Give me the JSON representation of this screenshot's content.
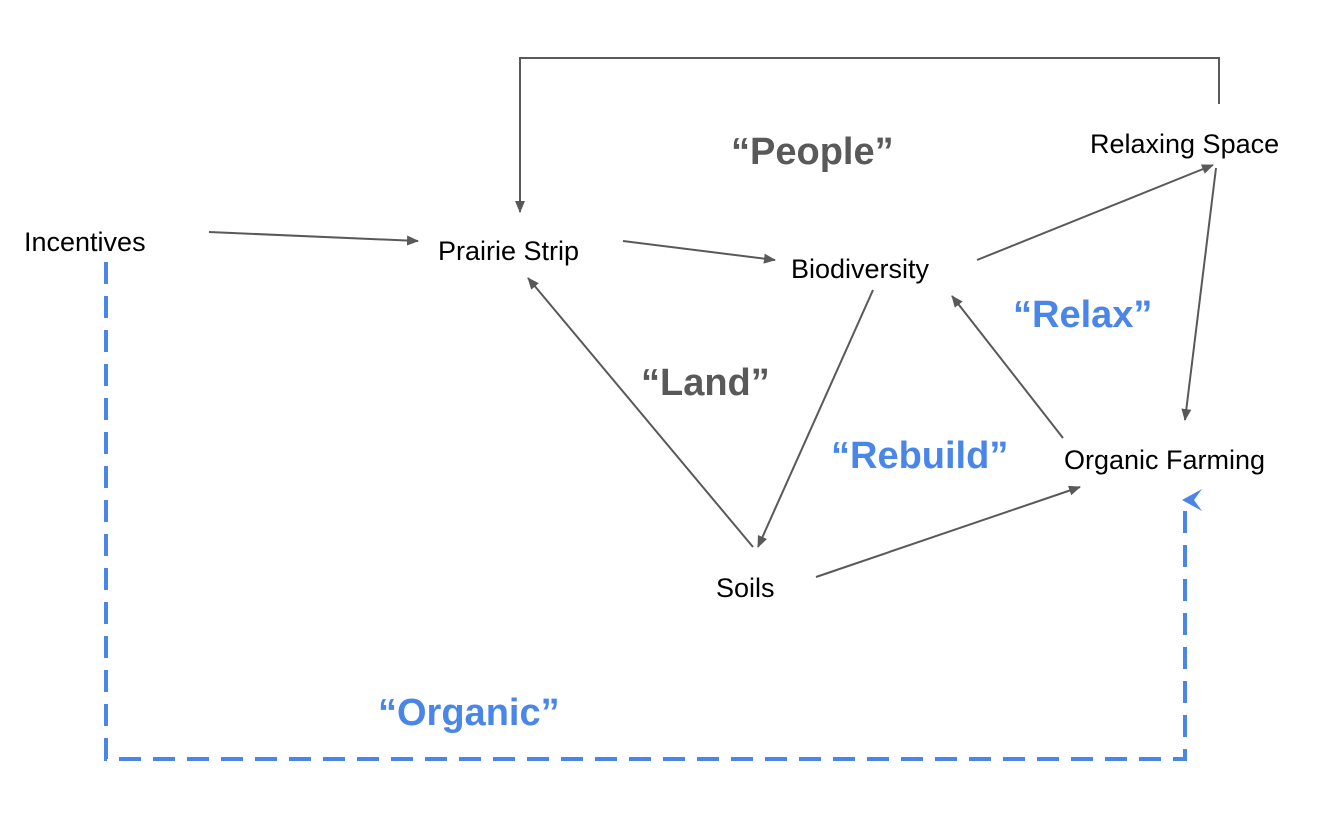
{
  "colors": {
    "solid_arrow": "#595959",
    "dashed_arrow": "#4a86e8",
    "node_text": "#000000",
    "loop_gray": "#595959",
    "loop_blue": "#4a86e8"
  },
  "nodes": {
    "incentives": "Incentives",
    "prairie_strip": "Prairie Strip",
    "biodiversity": "Biodiversity",
    "relaxing_space": "Relaxing Space",
    "organic_farming": "Organic Farming",
    "soils": "Soils"
  },
  "loops": {
    "people": "“People”",
    "land": "“Land”",
    "relax": "“Relax”",
    "rebuild": "“Rebuild”",
    "organic": "“Organic”"
  },
  "edges": [
    {
      "from": "Incentives",
      "to": "Prairie Strip",
      "style": "solid"
    },
    {
      "from": "Prairie Strip",
      "to": "Biodiversity",
      "style": "solid"
    },
    {
      "from": "Biodiversity",
      "to": "Relaxing Space",
      "style": "solid"
    },
    {
      "from": "Relaxing Space",
      "to": "Prairie Strip",
      "style": "solid"
    },
    {
      "from": "Relaxing Space",
      "to": "Organic Farming",
      "style": "solid"
    },
    {
      "from": "Biodiversity",
      "to": "Soils",
      "style": "solid"
    },
    {
      "from": "Soils",
      "to": "Prairie Strip",
      "style": "solid"
    },
    {
      "from": "Soils",
      "to": "Organic Farming",
      "style": "solid"
    },
    {
      "from": "Organic Farming",
      "to": "Biodiversity",
      "style": "solid"
    },
    {
      "from": "Incentives",
      "to": "Organic Farming",
      "style": "dashed"
    }
  ]
}
